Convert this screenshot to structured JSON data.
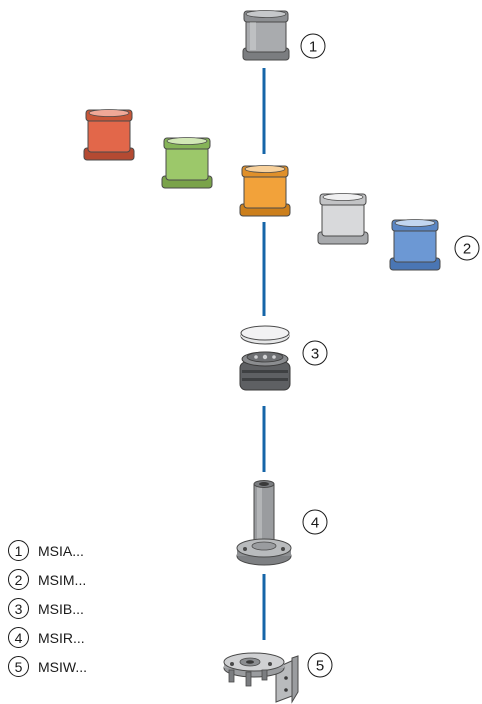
{
  "colors": {
    "link_line": "#1565a8",
    "grey": "#a9abae",
    "red": "#e2674a",
    "green": "#9cc86a",
    "orange": "#f2a23a",
    "light_grey": "#d8d9db",
    "blue": "#6c98d4",
    "outline": "#4a4a4a"
  },
  "callouts": [
    "1",
    "2",
    "3",
    "4",
    "5"
  ],
  "legend": [
    {
      "number": "1",
      "label": "MSIA..."
    },
    {
      "number": "2",
      "label": "MSIM..."
    },
    {
      "number": "3",
      "label": "MSIB..."
    },
    {
      "number": "4",
      "label": "MSIR..."
    },
    {
      "number": "5",
      "label": "MSIW..."
    }
  ]
}
